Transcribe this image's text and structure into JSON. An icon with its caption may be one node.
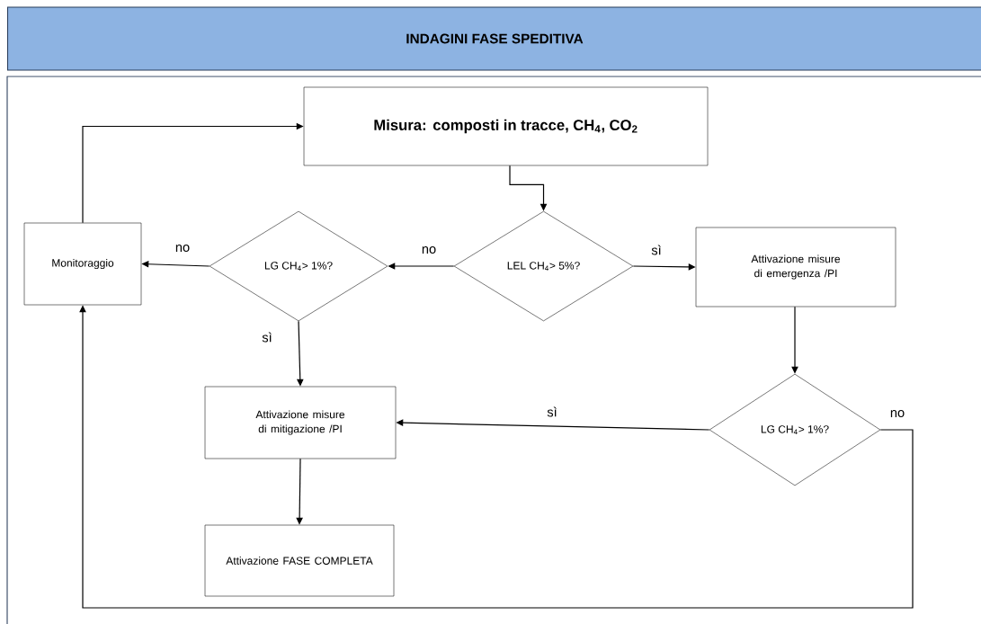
{
  "diagram": {
    "title": "INDAGINI FASE SPEDITIVA",
    "nodes": [
      {
        "text": [
          "Misura: composti in tracce, CH$_{4}$, CO$_{2}$"
        ]
      },
      {
        "text": [
          "Monitoraggio"
        ]
      },
      {
        "text": [
          "LG CH$_{4}$> 1%?"
        ]
      },
      {
        "text": [
          "LEL CH$_{4}$> 5%?"
        ]
      },
      {
        "text": [
          "Attivazione misure di emergenza /PI"
        ]
      },
      {
        "text": [
          "Attivazione misure di mitigazione /PI"
        ]
      },
      {
        "text": [
          "LG CH$_{4}$> 1%?"
        ]
      },
      {
        "text": [
          "Attivazione FASE COMPLETA"
        ]
      }
    ],
    "edges": [
      {
        "from": 1,
        "to": 0,
        "arrow": "to"
      },
      {
        "from": 0,
        "to": 3,
        "arrow": "to"
      },
      {
        "from": 3,
        "to": 2,
        "arrow": "to",
        "label": "no"
      },
      {
        "from": 3,
        "to": 4,
        "arrow": "to",
        "label": "sì"
      },
      {
        "from": 2,
        "to": 1,
        "arrow": "to",
        "label": "no"
      },
      {
        "from": 2,
        "to": 5,
        "arrow": "to",
        "label": "sì"
      },
      {
        "from": 4,
        "to": 6,
        "arrow": "to"
      },
      {
        "from": 6,
        "to": 5,
        "arrow": "to",
        "label": "sì"
      },
      {
        "from": 6,
        "to": 1,
        "arrow": "to",
        "label": "no"
      },
      {
        "from": 5,
        "to": 7,
        "arrow": "to"
      }
    ]
  }
}
